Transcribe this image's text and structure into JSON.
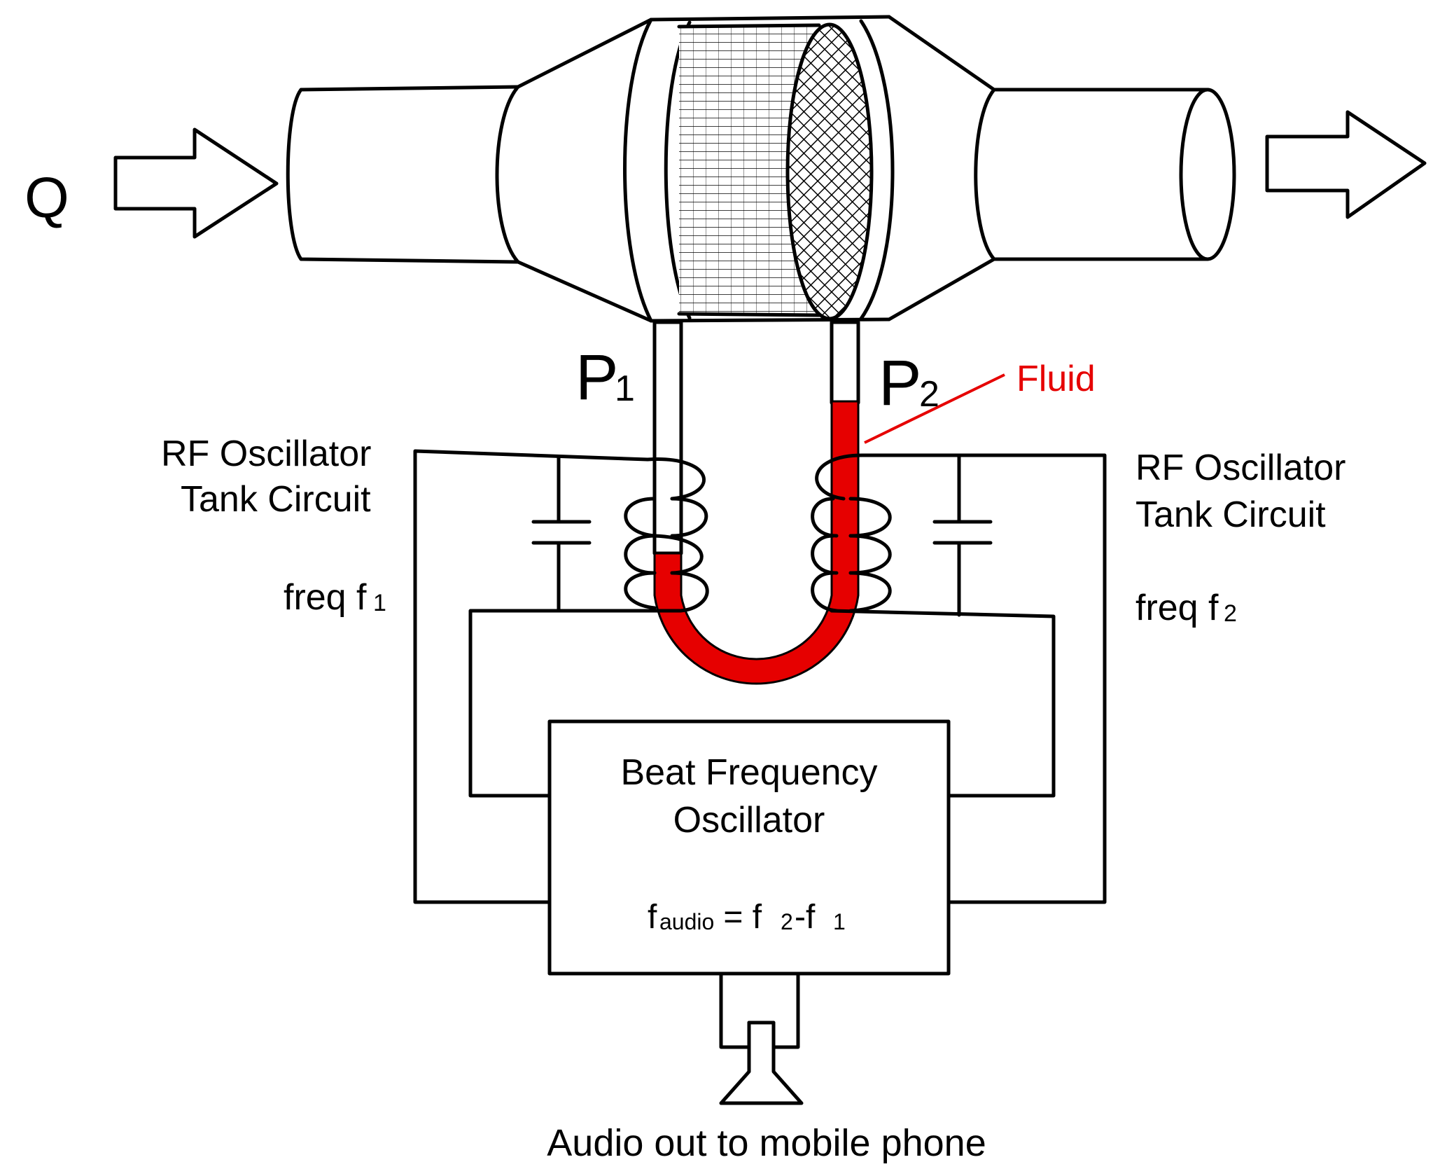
{
  "labels": {
    "flow": "Q",
    "p1_main": "P",
    "p1_sub": "1",
    "p2_main": "P",
    "p2_sub": "2",
    "fluid": "Fluid",
    "left_tank_line1": "RF Oscillator",
    "left_tank_line2": "Tank Circuit",
    "left_freq_main": "freq f",
    "left_freq_sub": "1",
    "right_tank_line1": "RF Oscillator",
    "right_tank_line2": "Tank Circuit",
    "right_freq_main": "freq f",
    "right_freq_sub": "2",
    "bfo_line1": "Beat Frequency",
    "bfo_line2": "Oscillator",
    "formula_f": "f",
    "formula_sub_audio": "audio",
    "formula_eq": " = f",
    "formula_sub_2": "2",
    "formula_minus": "-f",
    "formula_sub_1": "1",
    "audio_out": "Audio out to mobile phone"
  },
  "colors": {
    "fluid": "#e60000",
    "line": "#000000",
    "background": "#ffffff"
  },
  "icons": [
    "inflow-arrow-icon",
    "outflow-arrow-icon",
    "speaker-icon",
    "capacitor-icon",
    "coil-icon"
  ]
}
